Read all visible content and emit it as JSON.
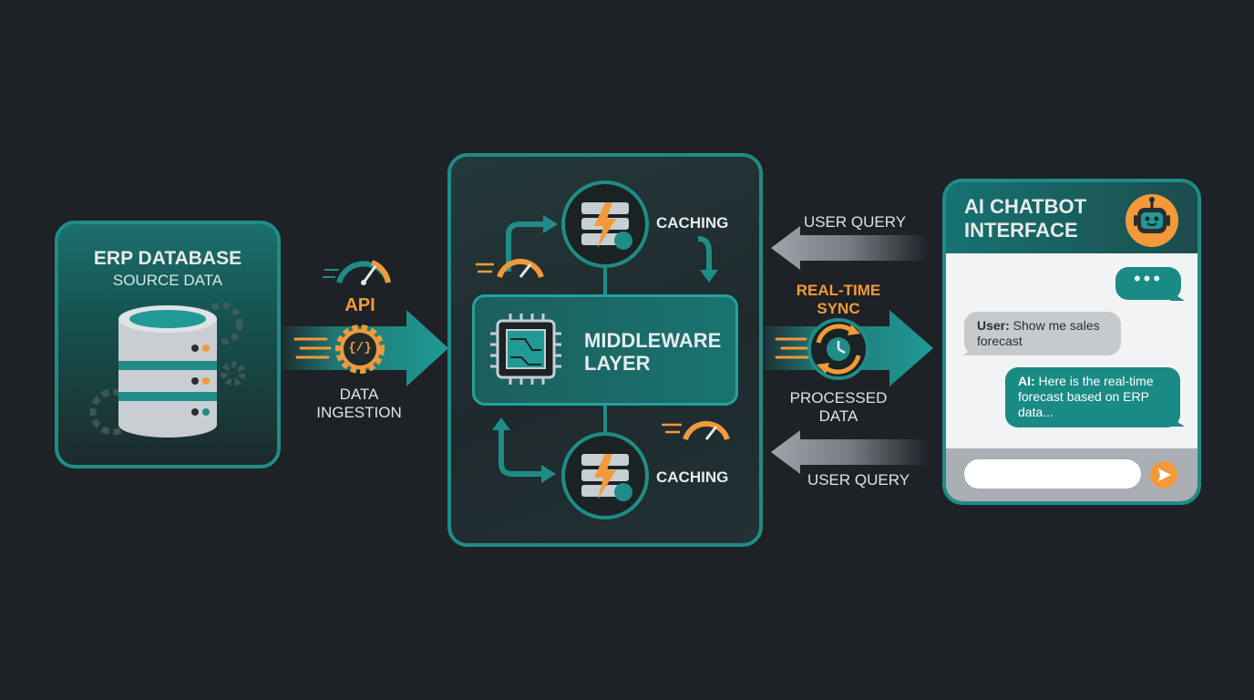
{
  "erp": {
    "title": "ERP DATABASE",
    "subtitle": "SOURCE DATA"
  },
  "ingest": {
    "api_label": "API",
    "code_symbol": "{/}",
    "caption_line1": "DATA",
    "caption_line2": "INGESTION"
  },
  "middleware": {
    "title_line1": "MIDDLEWARE",
    "title_line2": "LAYER",
    "cache_top_label": "CACHING",
    "cache_bottom_label": "CACHING"
  },
  "sync": {
    "label_line1": "REAL-TIME",
    "label_line2": "SYNC",
    "caption_line1": "PROCESSED",
    "caption_line2": "DATA",
    "query_top": "USER QUERY",
    "query_bottom": "USER QUERY"
  },
  "chatbot": {
    "title_line1": "AI CHATBOT",
    "title_line2": "INTERFACE",
    "typing_dots": "•••",
    "user_prefix": "User:",
    "user_text": " Show me sales forecast",
    "ai_prefix": "AI:",
    "ai_text": " Here is the real-time forecast based on ERP data...",
    "input_placeholder": ""
  },
  "icons": [
    "database-icon",
    "gear-icon",
    "speedometer-icon",
    "server-bolt-icon",
    "chip-icon",
    "sync-clock-icon",
    "robot-icon",
    "send-icon"
  ],
  "colors": {
    "background": "#1e2126",
    "teal": "#1f8c88",
    "teal_light": "#23a19c",
    "orange": "#f29a3a",
    "gray_arrow": "#8e9398"
  }
}
